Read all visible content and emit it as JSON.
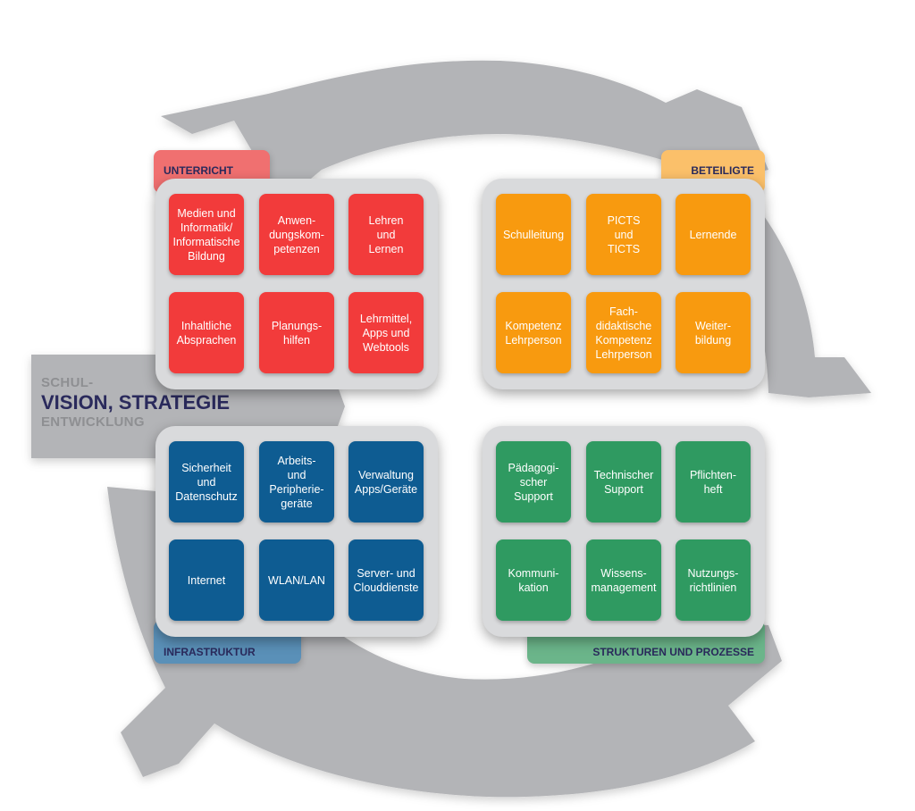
{
  "colors": {
    "arrow_grey": "#b3b4b7",
    "panel_grey": "#d9dadc",
    "title_navy": "#2a2a5c",
    "unterricht": "#f23b3b",
    "unterricht_tab": "#f07070",
    "beteiligte": "#f89a0f",
    "beteiligte_tab": "#fbc06a",
    "infrastruktur": "#0e5c92",
    "infrastruktur_tab": "#5a90b8",
    "strukturen": "#2f9a61",
    "strukturen_tab": "#6bb58a"
  },
  "center": {
    "line1": "SCHUL-",
    "line2": "VISION, STRATEGIE",
    "line3": "ENTWICKLUNG"
  },
  "quadrants": {
    "unterricht": {
      "title": "UNTERRICHT",
      "cards": [
        "Medien und\nInformatik/\nInformatische\nBildung",
        "Anwen-\ndungskom-\npetenzen",
        "Lehren\nund\nLernen",
        "Inhaltliche\nAbsprachen",
        "Planungs-\nhilfen",
        "Lehrmittel,\nApps und\nWebtools"
      ]
    },
    "beteiligte": {
      "title": "BETEILIGTE",
      "cards": [
        "Schulleitung",
        "PICTS\nund\nTICTS",
        "Lernende",
        "Kompetenz\nLehrperson",
        "Fach-\ndidaktische\nKompetenz\nLehrperson",
        "Weiter-\nbildung"
      ]
    },
    "infrastruktur": {
      "title": "INFRASTRUKTUR",
      "cards": [
        "Sicherheit\nund\nDatenschutz",
        "Arbeits-\nund\nPeripherie-\ngeräte",
        "Verwaltung\nApps/Geräte",
        "Internet",
        "WLAN/LAN",
        "Server- und\nClouddienste"
      ]
    },
    "strukturen": {
      "title": "STRUKTUREN UND PROZESSE",
      "cards": [
        "Pädagogi-\nscher\nSupport",
        "Technischer\nSupport",
        "Pflichten-\nheft",
        "Kommuni-\nkation",
        "Wissens-\nmanagement",
        "Nutzungs-\nrichtlinien"
      ]
    }
  }
}
